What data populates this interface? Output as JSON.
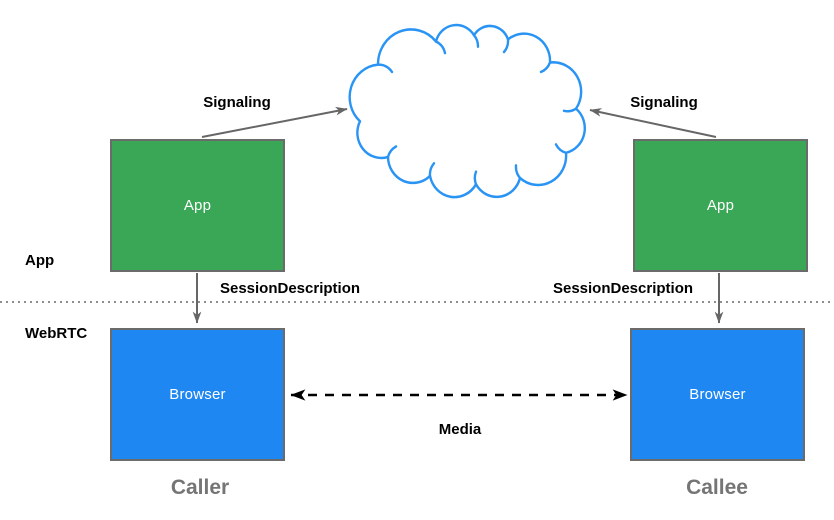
{
  "nodes": {
    "caller_app": {
      "label": "App"
    },
    "callee_app": {
      "label": "App"
    },
    "caller_browser": {
      "label": "Browser"
    },
    "callee_browser": {
      "label": "Browser"
    }
  },
  "edges": {
    "signaling_left": {
      "label": "Signaling"
    },
    "signaling_right": {
      "label": "Signaling"
    },
    "session_left": {
      "label": "SessionDescription"
    },
    "session_right": {
      "label": "SessionDescription"
    },
    "media": {
      "label": "Media"
    }
  },
  "layers": {
    "app": {
      "label": "App"
    },
    "webrtc": {
      "label": "WebRTC"
    }
  },
  "roles": {
    "caller": {
      "label": "Caller"
    },
    "callee": {
      "label": "Callee"
    }
  },
  "icons": {
    "cloud": "signaling-network-cloud"
  },
  "colors": {
    "app_box_fill": "#3aa757",
    "browser_box_fill": "#1f87f2",
    "box_border": "#6b6b6b",
    "cloud_stroke": "#2a94f4",
    "arrow_gray": "#666666",
    "arrow_black": "#000000",
    "divider_dotted": "#8f8f8f",
    "role_label_text": "#757575",
    "node_label_text": "#ffffff",
    "edge_label_text": "#000000"
  }
}
